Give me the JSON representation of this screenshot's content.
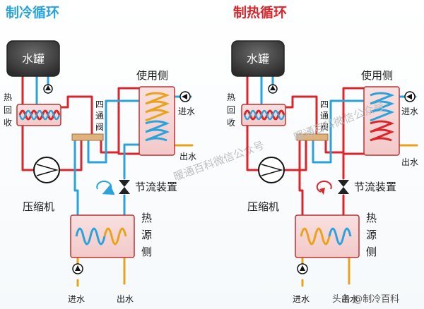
{
  "colors": {
    "hot": "#d8262c",
    "cold": "#2aa3dc",
    "warm": "#e8a31c",
    "title_cool": "#2aa3dc",
    "title_heat": "#d8262c",
    "tank": "#3b3b3b",
    "valve": "#e0b27c"
  },
  "left": {
    "title": "制冷循环",
    "tank_label": "水罐",
    "recovery_label": [
      "热",
      "回",
      "收"
    ],
    "four_way_label": [
      "四",
      "通",
      "阀"
    ],
    "user_side_label": "使用侧",
    "water_in": "进水",
    "water_out": "出水",
    "throttle_label": "节流装置",
    "compressor_label": "压缩机",
    "heat_source_label": [
      "热",
      "源",
      "侧"
    ],
    "bottom_water_in": "进水",
    "bottom_water_out": "出水"
  },
  "right": {
    "title": "制热循环",
    "tank_label": "水罐",
    "recovery_label": [
      "热",
      "回",
      "收"
    ],
    "four_way_label": [
      "四",
      "通",
      "阀"
    ],
    "user_side_label": "使用侧",
    "water_in": "进水",
    "water_out": "出水",
    "throttle_label": "节流装置",
    "compressor_label": "压缩机",
    "heat_source_label": [
      "热",
      "源",
      "侧"
    ],
    "bottom_water_in": "进水",
    "bottom_water_out": "出水"
  },
  "watermark_left": "暖通百科微信公众号",
  "watermark_right": "暖通百科微信公众号",
  "footer": "头条 @制冷百科"
}
